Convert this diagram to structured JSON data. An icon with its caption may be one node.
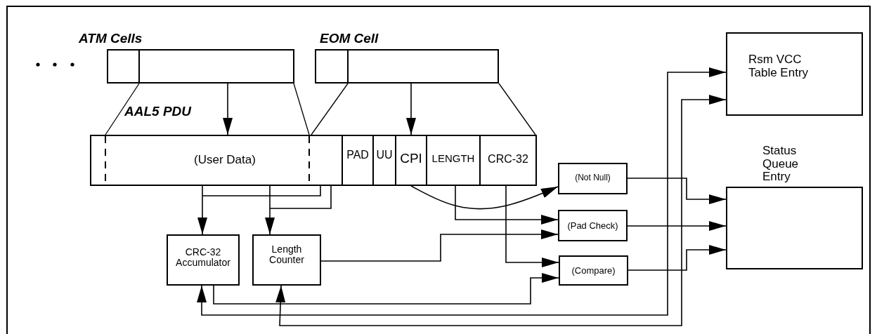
{
  "diagram": {
    "nodes": [
      {
        "text": [
          "ATM Cells"
        ]
      },
      {
        "text": [
          "EOM Cell"
        ]
      },
      {
        "text": [
          "AAL5 PDU",
          "(User Data)"
        ]
      },
      {
        "text": [
          "PAD"
        ],
        "in": 2
      },
      {
        "text": [
          "UU"
        ],
        "in": 2
      },
      {
        "text": [
          "CPI"
        ],
        "in": 2
      },
      {
        "text": [
          "LENGTH"
        ],
        "in": 2
      },
      {
        "text": [
          "CRC-32"
        ],
        "in": 2
      },
      {
        "text": [
          "CRC-32 Accumulator"
        ]
      },
      {
        "text": [
          "Length Counter"
        ]
      },
      {
        "text": [
          "(Not Null)"
        ]
      },
      {
        "text": [
          "(Pad Check)"
        ]
      },
      {
        "text": [
          "(Compare)"
        ]
      },
      {
        "text": [
          "Rsm VCC Table Entry"
        ]
      },
      {
        "text": [
          "Status Queue Entry"
        ]
      }
    ],
    "edges": [
      {
        "from": 0,
        "to": 2,
        "arrow": "to"
      },
      {
        "from": 1,
        "to": 2,
        "arrow": "to"
      },
      {
        "from": 2,
        "to": 8,
        "arrow": "to"
      },
      {
        "from": 2,
        "to": 9,
        "arrow": "to"
      },
      {
        "from": 5,
        "to": 10,
        "arrow": "to"
      },
      {
        "from": 6,
        "to": 11,
        "arrow": "to"
      },
      {
        "from": 9,
        "to": 11,
        "arrow": "to"
      },
      {
        "from": 7,
        "to": 12,
        "arrow": "to"
      },
      {
        "from": 8,
        "to": 12,
        "arrow": "to"
      },
      {
        "from": 8,
        "to": 13,
        "arrow": "both"
      },
      {
        "from": 9,
        "to": 13,
        "arrow": "both"
      },
      {
        "from": 10,
        "to": 14,
        "arrow": "to"
      },
      {
        "from": 11,
        "to": 14,
        "arrow": "to"
      },
      {
        "from": 12,
        "to": 14,
        "arrow": "to"
      },
      {
        "from": 0,
        "to": 2,
        "arrow": "none"
      },
      {
        "from": 0,
        "to": 2,
        "arrow": "none"
      },
      {
        "from": 1,
        "to": 2,
        "arrow": "none"
      },
      {
        "from": 1,
        "to": 7,
        "arrow": "none"
      }
    ]
  }
}
